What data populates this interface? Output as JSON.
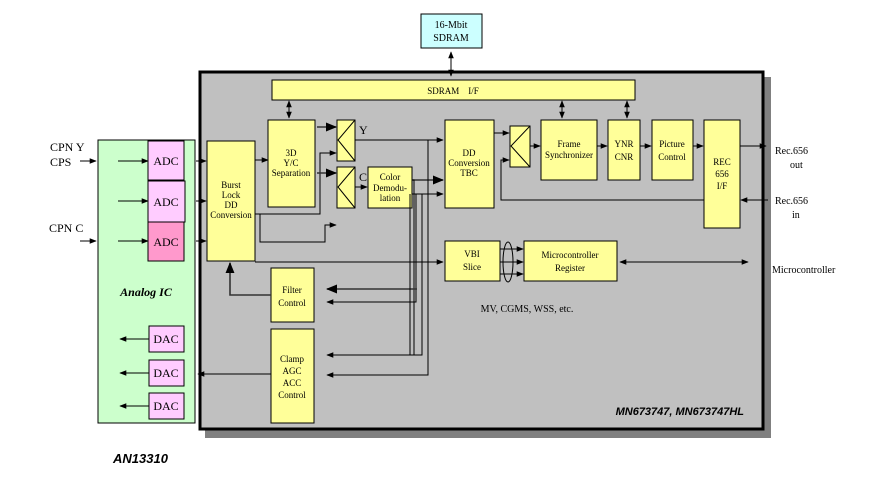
{
  "diagram": {
    "sdram_chip": {
      "line1": "16-Mbit",
      "line2": "SDRAM"
    },
    "sdram_if": "SDRAM    I/F",
    "inputs": {
      "cpn_y": "CPN Y",
      "cps": "CPS",
      "cpn_c": "CPN C"
    },
    "analog_ic": {
      "label": "Analog IC",
      "adc": [
        "ADC",
        "ADC",
        "ADC"
      ],
      "dac": [
        "DAC",
        "DAC",
        "DAC"
      ]
    },
    "blocks": {
      "burst_lock": [
        "Burst",
        "Lock",
        "DD",
        "Conversion"
      ],
      "yc_sep": [
        "3D",
        "Y/C",
        "Separation"
      ],
      "y_label": "Y",
      "c_label": "C",
      "color_demod": [
        "Color",
        "Demodu-",
        "lation"
      ],
      "dd_tbc": [
        "DD",
        "Conversion",
        "TBC"
      ],
      "frame_sync": [
        "Frame",
        "Synchronizer"
      ],
      "ynr_cnr": [
        "YNR",
        "CNR"
      ],
      "picture_control": [
        "Picture",
        "Control"
      ],
      "rec656_if": [
        "REC",
        "656",
        "I/F"
      ],
      "vbi_slice": [
        "VBI",
        "Slice"
      ],
      "micro_register": [
        "Microcontroller",
        "Register"
      ],
      "filter_control": [
        "Filter",
        "Control"
      ],
      "clamp": [
        "Clamp",
        "AGC",
        "ACC",
        "Control"
      ]
    },
    "outputs": {
      "rec656_out": [
        "Rec.656",
        "out"
      ],
      "rec656_in": [
        "Rec.656",
        "in"
      ],
      "microcontroller": "Microcontroller"
    },
    "vbi_note": "MV, CGMS, WSS, etc.",
    "chip_label": "MN673747, MN673747HL",
    "analog_chip_label": "AN13310"
  }
}
